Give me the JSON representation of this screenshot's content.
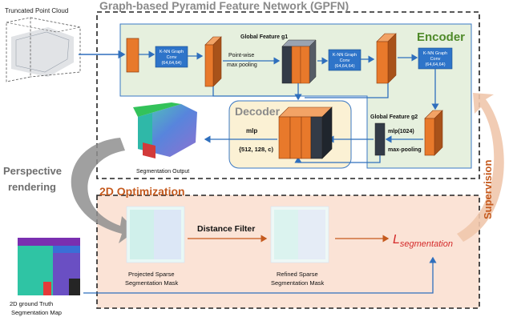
{
  "title": "Graph-based Pyramid Feature Network (GPFN)",
  "input_label": "Truncated Point Cloud",
  "encoder_label": "Encoder",
  "decoder_label": "Decoder",
  "knn_block": {
    "line1": "K-NN Graph",
    "line2": "Conv",
    "line3": "(64,64,64)"
  },
  "pointwise_line1": "Point-wise",
  "pointwise_line2": "max pooling",
  "global_feature_g1": "Global Feature g1",
  "global_feature_g2": "Global Feature g2",
  "mlp_1024": "mlp(1024)",
  "max_pooling": "max-pooling",
  "decoder_mlp": "mlp",
  "decoder_dims": "{512, 128, c)",
  "segmentation_output": "Segmentation Output",
  "perspective_line1": "Perspective",
  "perspective_line2": "rendering",
  "optimization_label": "2D Optimization",
  "supervision_label": "Supervision",
  "distance_filter": "Distance Filter",
  "loss_label": "L",
  "loss_subscript": "segmentation",
  "projected_line1": "Projected Sparse",
  "projected_line2": "Segmentation Mask",
  "refined_line1": "Refined Sparse",
  "refined_line2": "Segmentation Mask",
  "ground_truth_line1": "2D ground Truth",
  "ground_truth_line2": "Segmentation Map",
  "colors": {
    "encoder_fill": "#e6f0de",
    "decoder_fill": "#fbf1d4",
    "optimization_fill": "#fbe3d6",
    "blue_block": "#2e74c9",
    "orange_block": "#e8792b",
    "dark_block": "#333b47",
    "accent_text": "#c55a1e",
    "encoder_text": "#4f8a2a",
    "arrow_blue": "#2f6fbd"
  }
}
